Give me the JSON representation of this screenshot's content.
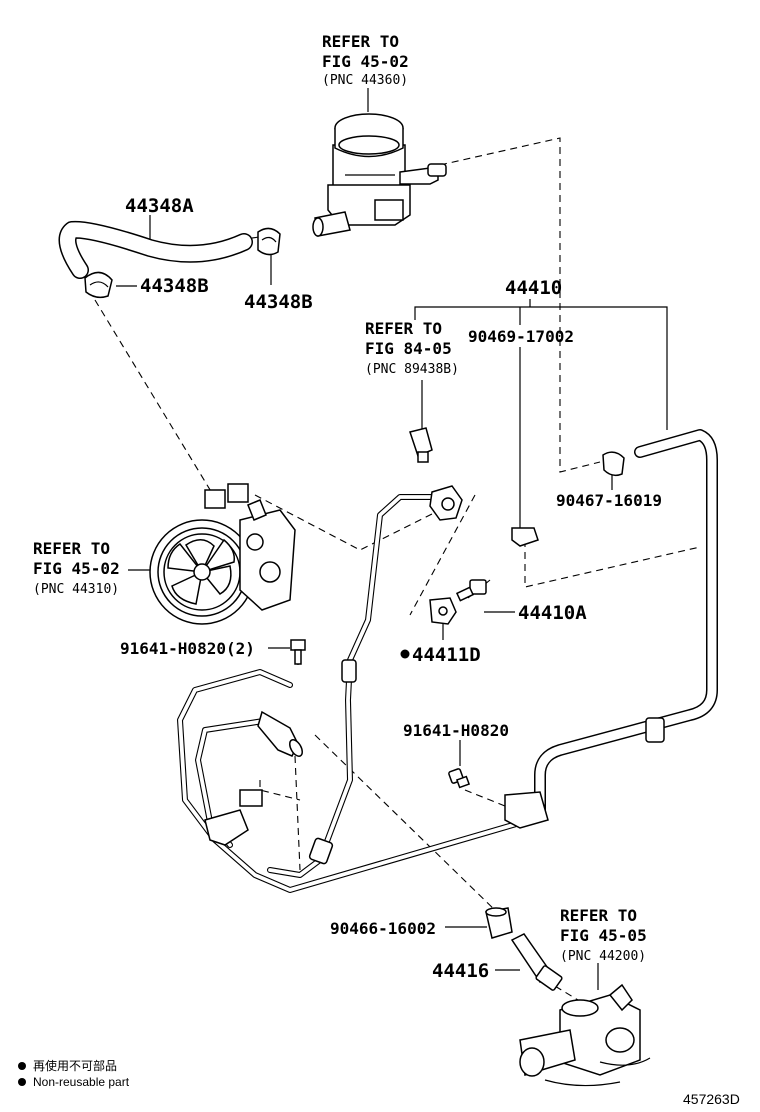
{
  "labels": {
    "reservoir_ref": [
      "REFER TO",
      "FIG 45-02",
      "(PNC 44360)"
    ],
    "hose_44348A": "44348A",
    "clamp_44348B_left": "44348B",
    "clamp_44348B_center": "44348B",
    "assy_44410": "44410",
    "sensor_ref": [
      "REFER TO",
      "FIG 84-05",
      "(PNC 89438B)"
    ],
    "part_90469": "90469-17002",
    "part_90467": "90467-16019",
    "pump_ref": [
      "REFER TO",
      "FIG 45-02",
      "(PNC 44310)"
    ],
    "part_44410A": "44410A",
    "bolt_pump": "91641-H0820(2)",
    "part_44411D": "44411D",
    "bolt_bracket": "91641-H0820",
    "part_90466": "90466-16002",
    "gear_ref": [
      "REFER TO",
      "FIG 45-05",
      "(PNC 44200)"
    ],
    "part_44416": "44416"
  },
  "legend": {
    "line1": "再使用不可部品",
    "line2": "Non-reusable part"
  },
  "diagram_code": "457263D"
}
